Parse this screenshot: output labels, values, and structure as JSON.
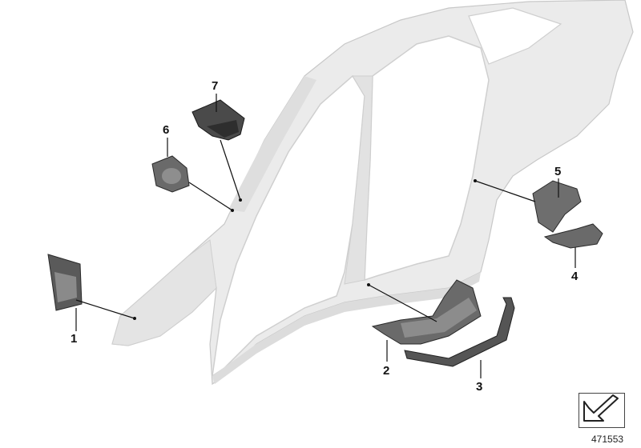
{
  "callouts": [
    {
      "id": "1",
      "label": "1"
    },
    {
      "id": "2",
      "label": "2"
    },
    {
      "id": "3",
      "label": "3"
    },
    {
      "id": "4",
      "label": "4"
    },
    {
      "id": "5",
      "label": "5"
    },
    {
      "id": "6",
      "label": "6"
    },
    {
      "id": "7",
      "label": "7"
    }
  ],
  "diagram_number": "471553",
  "icons": {
    "nav": "arrow-down-left-icon"
  },
  "colors": {
    "body_fill": "#ebebeb",
    "body_edge": "#c8c8c8",
    "part_dark": "#4a4a4a",
    "part_mid": "#7a7a7a",
    "leader": "#111111"
  }
}
